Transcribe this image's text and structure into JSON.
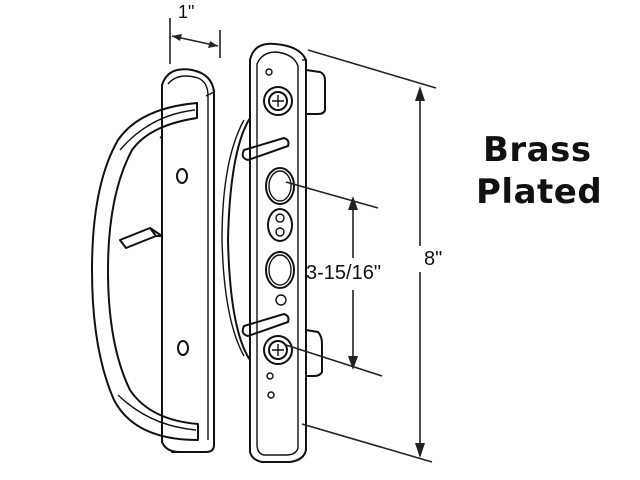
{
  "product": {
    "finish_line1": "Brass",
    "finish_line2": "Plated"
  },
  "dimensions": {
    "thickness": "1\"",
    "overall_length": "8\"",
    "hole_spacing": "3-15/16\""
  },
  "colors": {
    "line": "#111111",
    "background": "#ffffff"
  }
}
